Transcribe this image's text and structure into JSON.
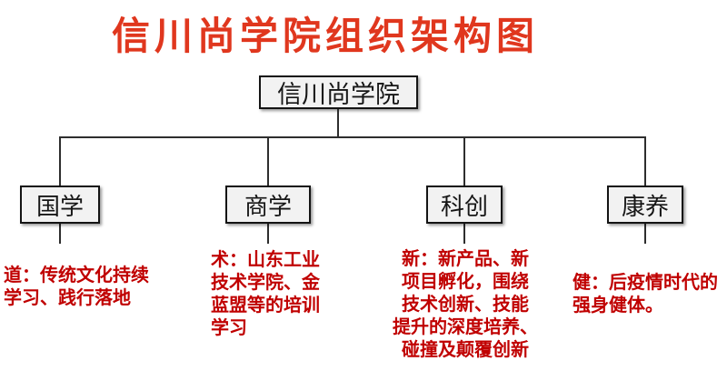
{
  "title": "信川尚学院组织架构图",
  "root": {
    "label": "信川尚学院"
  },
  "branches": [
    {
      "label": "国学",
      "note": "道：传统文化持续\n学习、践行落地"
    },
    {
      "label": "商学",
      "note": "术：山东工业\n技术学院、金\n蓝盟等的培训\n学习"
    },
    {
      "label": "科创",
      "note": "新：新产品、新\n项目孵化，围绕\n技术创新、技能\n提升的深度培养、\n碰撞及颠覆创新"
    },
    {
      "label": "康养",
      "note": "健：后疫情时代的\n强身健体。"
    }
  ],
  "colors": {
    "title_red": "#E0371E",
    "note_red": "#C00000",
    "box_fill": "#F2F2F2",
    "box_border": "#141414",
    "connector": "#2E2E2E",
    "background": "#FFFFFF"
  }
}
